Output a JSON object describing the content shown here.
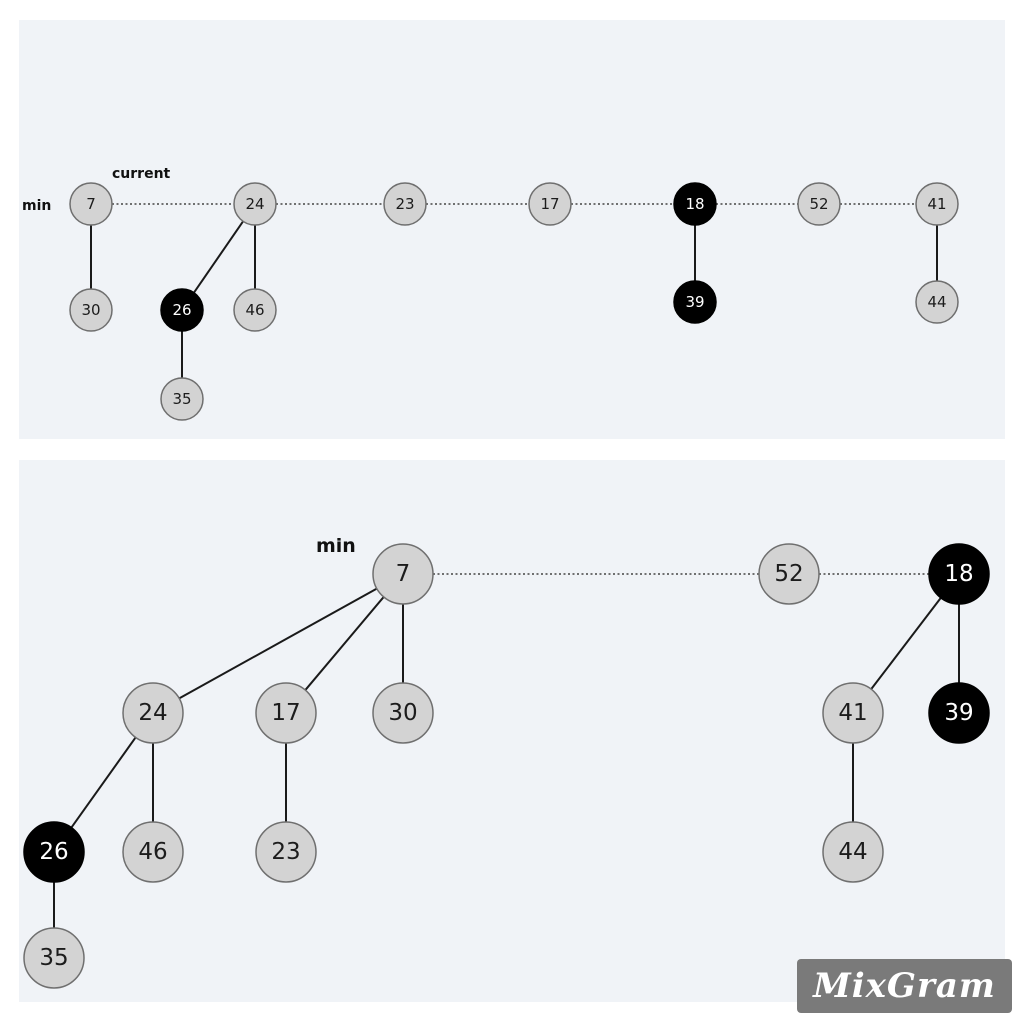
{
  "top": {
    "min_label": "min",
    "current_label": "current",
    "roots": [
      "7",
      "24",
      "23",
      "17",
      "18",
      "52",
      "41"
    ],
    "nodes": [
      {
        "id": "t7",
        "key": "7",
        "marked": false
      },
      {
        "id": "t24",
        "key": "24",
        "marked": false
      },
      {
        "id": "t23",
        "key": "23",
        "marked": false
      },
      {
        "id": "t17",
        "key": "17",
        "marked": false
      },
      {
        "id": "t18",
        "key": "18",
        "marked": true
      },
      {
        "id": "t52",
        "key": "52",
        "marked": false
      },
      {
        "id": "t41",
        "key": "41",
        "marked": false
      },
      {
        "id": "t30",
        "key": "30",
        "marked": false
      },
      {
        "id": "t26",
        "key": "26",
        "marked": true
      },
      {
        "id": "t46",
        "key": "46",
        "marked": false
      },
      {
        "id": "t35",
        "key": "35",
        "marked": false
      },
      {
        "id": "t39",
        "key": "39",
        "marked": true
      },
      {
        "id": "t44",
        "key": "44",
        "marked": false
      }
    ],
    "edges": [
      [
        "7",
        "30"
      ],
      [
        "24",
        "26"
      ],
      [
        "24",
        "46"
      ],
      [
        "26",
        "35"
      ],
      [
        "18",
        "39"
      ],
      [
        "41",
        "44"
      ]
    ]
  },
  "bottom": {
    "min_label": "min",
    "roots": [
      "7",
      "52",
      "18"
    ],
    "nodes": [
      {
        "id": "b7",
        "key": "7",
        "marked": false
      },
      {
        "id": "b52",
        "key": "52",
        "marked": false
      },
      {
        "id": "b18",
        "key": "18",
        "marked": true
      },
      {
        "id": "b24",
        "key": "24",
        "marked": false
      },
      {
        "id": "b17",
        "key": "17",
        "marked": false
      },
      {
        "id": "b30",
        "key": "30",
        "marked": false
      },
      {
        "id": "b41",
        "key": "41",
        "marked": false
      },
      {
        "id": "b39",
        "key": "39",
        "marked": true
      },
      {
        "id": "b26",
        "key": "26",
        "marked": true
      },
      {
        "id": "b46",
        "key": "46",
        "marked": false
      },
      {
        "id": "b23",
        "key": "23",
        "marked": false
      },
      {
        "id": "b44",
        "key": "44",
        "marked": false
      },
      {
        "id": "b35",
        "key": "35",
        "marked": false
      }
    ],
    "edges": [
      [
        "7",
        "24"
      ],
      [
        "7",
        "17"
      ],
      [
        "7",
        "30"
      ],
      [
        "18",
        "41"
      ],
      [
        "18",
        "39"
      ],
      [
        "24",
        "26"
      ],
      [
        "24",
        "46"
      ],
      [
        "17",
        "23"
      ],
      [
        "41",
        "44"
      ],
      [
        "26",
        "35"
      ]
    ]
  },
  "watermark": "MixGram"
}
